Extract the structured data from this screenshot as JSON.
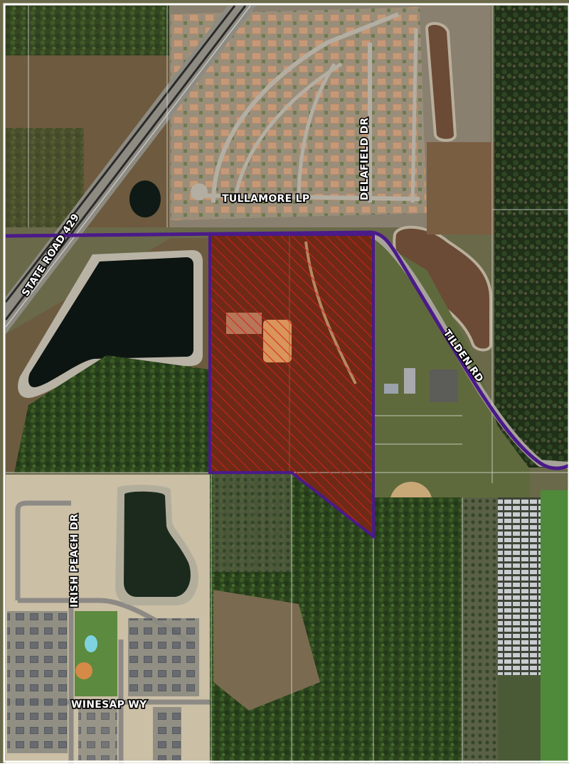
{
  "map": {
    "labels": {
      "tullamore": "TULLAMORE LP",
      "delafield": "DELAFIELD DR",
      "state_road": "STATE ROAD 429",
      "tilden": "TILDEN RD",
      "irish_peach": "IRISH PEACH DR",
      "winesap": "WINESAP WY"
    },
    "colors": {
      "boundary_outline": "#4b1a8a",
      "site_hatch": "#d01818",
      "site_fill": "#8a2a12",
      "water": "#0e1a14",
      "retention_pond": "#6d4a38",
      "forest": "#2f4a1e",
      "pasture": "#6f5a3c",
      "cleared_lot": "#cfc3a8",
      "road": "#b9b3a6"
    },
    "features": [
      "subject-site-hatched-area",
      "tilden-rd-outline",
      "state-road-429-highway",
      "retention-ponds",
      "residential-subdivisions",
      "nursery-parcel"
    ]
  }
}
